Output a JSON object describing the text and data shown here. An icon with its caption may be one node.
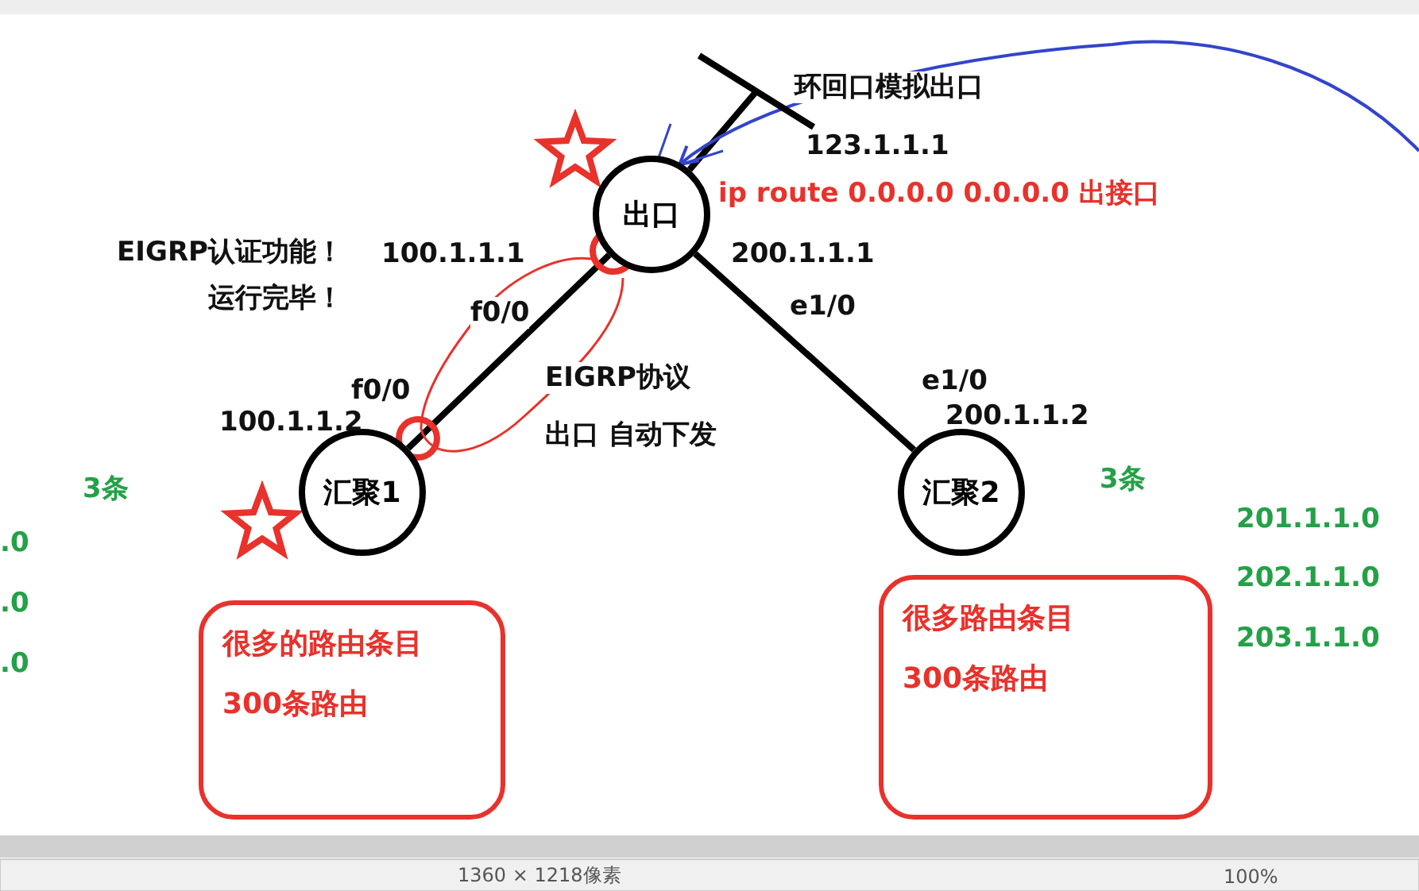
{
  "diagram": {
    "nodes": [
      {
        "text": [
          "出口"
        ],
        "beside": [
          "ip route 0.0.0.0 0.0.0.0 出接口"
        ]
      },
      {
        "text": [
          "汇聚1"
        ],
        "beside": [
          "f0/0"
        ]
      },
      {
        "text": [
          "汇聚2"
        ],
        "beside": [
          "e1/0"
        ]
      },
      {
        "text": [],
        "shape": "bar",
        "beside": [
          "123.1.1.1"
        ]
      },
      {
        "text": [
          "很多的路由条目",
          "300条路由"
        ]
      },
      {
        "text": [
          "很多路由条目",
          "300条路由"
        ]
      }
    ],
    "edges": [
      {
        "from": 0,
        "to": 3,
        "arrow": "none"
      },
      {
        "from": 0,
        "to": 1,
        "arrow": "none"
      },
      {
        "from": 0,
        "to": 2,
        "arrow": "none"
      },
      {
        "from": null,
        "to": 0,
        "arrow": "to",
        "color": "#3344cc"
      }
    ],
    "labels": [
      "环回口模拟出口",
      "EIGRP认证功能！运行完毕！",
      "100.1.1.1",
      "200.1.1.1",
      "f0/0",
      "e1/0",
      "EIGRP协议",
      "出口 自动下发",
      "100.1.1.2",
      "200.1.1.2",
      "3条",
      ".0",
      ".0",
      ".0",
      "3条",
      "201.1.1.0",
      "202.1.1.0",
      "203.1.1.0",
      "1360 × 1218像素",
      "100%"
    ]
  }
}
